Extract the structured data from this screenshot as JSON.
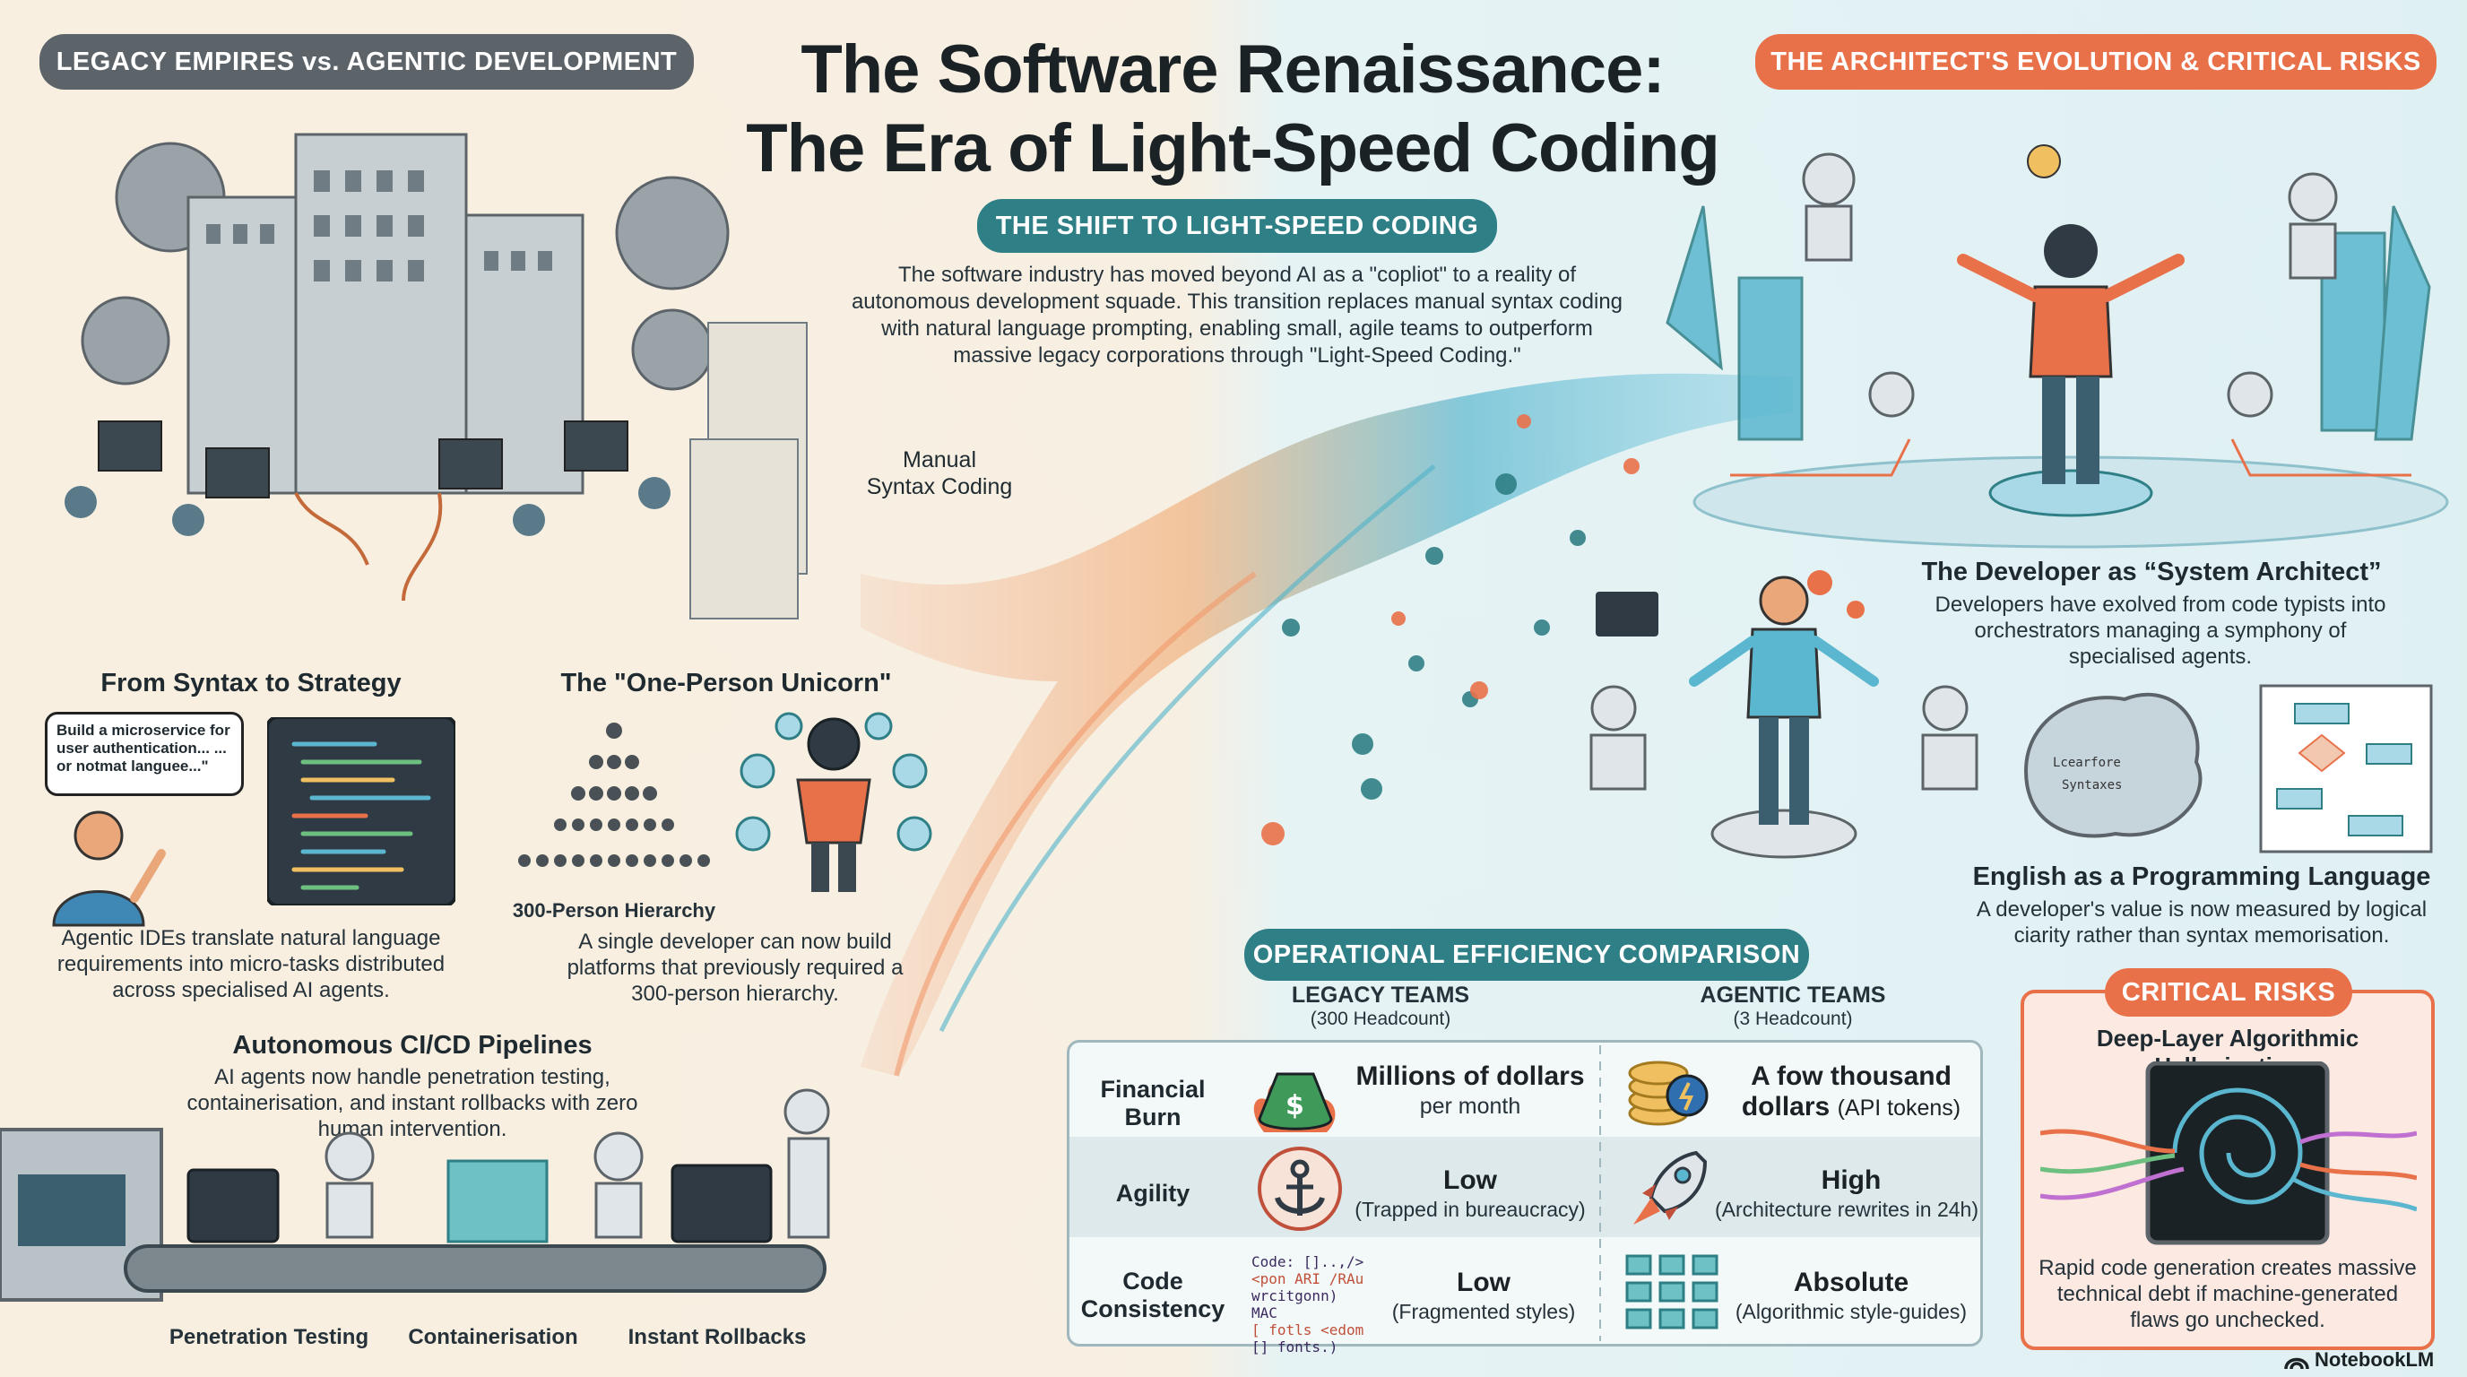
{
  "header": {
    "title_line1": "The Software Renaissance:",
    "title_line2": "The Era of Light-Speed Coding",
    "left_pill": "LEGACY EMPIRES vs. AGENTIC DEVELOPMENT",
    "right_pill": "THE ARCHITECT'S EVOLUTION & CRITICAL RISKS"
  },
  "shift": {
    "pill": "THE SHIFT TO LIGHT-SPEED CODING",
    "body": "The software industry has moved beyond AI as a \"copliot\" to a reality of autonomous development squade. This transition replaces manual syntax coding with natural language prompting, enabling small, agile teams to outperform massive legacy corporations through \"Light-Speed Coding.\""
  },
  "manual_label": {
    "line1": "Manual",
    "line2": "Syntax Coding"
  },
  "syntax_strategy": {
    "heading": "From Syntax to Strategy",
    "speech_bubble": "Build a microservice for user authentication... ... or notmat languee...\"",
    "body": "Agentic IDEs translate natural language requirements into micro-tasks distributed across specialised AI agents."
  },
  "unicorn": {
    "heading": "The \"One-Person Unicorn\"",
    "hierarchy_label": "300-Person Hierarchy",
    "body": "A single developer can now build platforms that previously required a 300-person hierarchy."
  },
  "cicd": {
    "heading": "Autonomous CI/CD Pipelines",
    "body": "AI agents now handle penetration testing, containerisation, and instant rollbacks with zero human intervention.",
    "stages": [
      "Penetration Testing",
      "Containerisation",
      "Instant Rollbacks"
    ]
  },
  "architect": {
    "heading": "The Developer as “System Architect”",
    "body": "Developers have exolved from code typists into orchestrators managing a symphony of specialised agents."
  },
  "english": {
    "heading": "English as a Programming Language",
    "body": "A developer's value is now measured by logical ciarity rather than syntax memorisation."
  },
  "efficiency": {
    "pill": "OPERATIONAL EFFICIENCY COMPARISON",
    "legacy_header": "LEGACY TEAMS",
    "legacy_sub": "(300 Headcount)",
    "agentic_header": "AGENTIC TEAMS",
    "agentic_sub": "(3 Headcount)",
    "rows": [
      {
        "label": "Financial Burn",
        "legacy_main": "Millions of dollars",
        "legacy_sub": "per month",
        "agentic_main": "A fow thousand",
        "agentic_main2": "dollars",
        "agentic_sub": "(API tokens)"
      },
      {
        "label": "Agility",
        "legacy_main": "Low",
        "legacy_sub": "(Trapped in bureaucracy)",
        "agentic_main": "High",
        "agentic_sub": "(Architecture rewrites in 24h)"
      },
      {
        "label_line1": "Code",
        "label_line2": "Consistency",
        "legacy_main": "Low",
        "legacy_sub": "(Fragmented styles)",
        "agentic_main": "Absolute",
        "agentic_sub": "(Algorithmic style-guides)"
      }
    ],
    "code_snippet": [
      "Code: []..,/>",
      "<pon ARI /RAu",
      "wrcitgonn) MAC",
      "[ fotls <edom",
      "[] fonts.)"
    ]
  },
  "risks": {
    "pill": "CRITICAL RISKS",
    "heading": "Deep-Layer Algorithmic Hallucination",
    "body": "Rapid code generation creates massive technical debt if machine-generated flaws go unchecked."
  },
  "brain_labels": [
    "Lcearfore",
    "Syntaxes"
  ],
  "footer": {
    "brand": "NotebookLM"
  },
  "colors": {
    "teal": "#2f7f86",
    "orange": "#e9714a",
    "gray": "#5c646a"
  }
}
